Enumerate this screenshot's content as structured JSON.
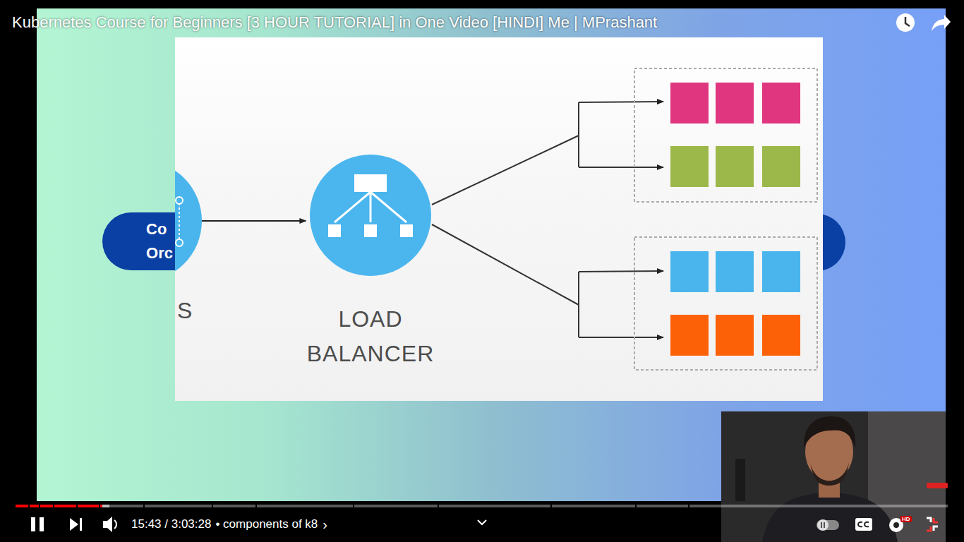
{
  "diagram": {
    "title": "Kubernetes Course for Beginners [3 HOUR TUTORIAL] in One Video [HINDI] Me | MPrashant",
    "nodes": [
      {
        "text": [
          "Co Orc"
        ]
      },
      {
        "text": [
          "LOAD BALANCER"
        ]
      }
    ],
    "edges": [
      {
        "from": 0,
        "to": 1,
        "arrow": "to"
      }
    ],
    "labels": [
      "S",
      "15:43 / 3:03:28",
      "• components of k8",
      "›",
      "HD"
    ]
  }
}
